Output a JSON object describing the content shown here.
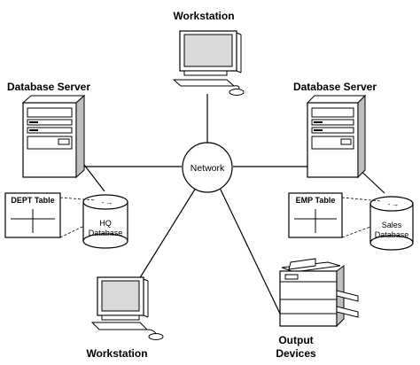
{
  "diagram": {
    "center_node": "Network",
    "nodes": [
      {
        "id": "workstation-top",
        "label": "Workstation",
        "type": "workstation"
      },
      {
        "id": "db-server-left",
        "label": "Database Server",
        "type": "server"
      },
      {
        "id": "db-server-right",
        "label": "Database Server",
        "type": "server"
      },
      {
        "id": "workstation-bottom",
        "label": "Workstation",
        "type": "workstation"
      },
      {
        "id": "output-devices",
        "label": [
          "Output",
          "Devices"
        ],
        "type": "printer"
      }
    ],
    "left_table": "DEPT Table",
    "left_database": [
      "HQ",
      "Database"
    ],
    "right_table": "EMP Table",
    "right_database": [
      "Sales",
      "Database"
    ]
  },
  "colors": {
    "line": "#000000",
    "screen": "#d9d9d9",
    "device_fill": "#ffffff",
    "device_shadow": "#bfbfbf"
  }
}
